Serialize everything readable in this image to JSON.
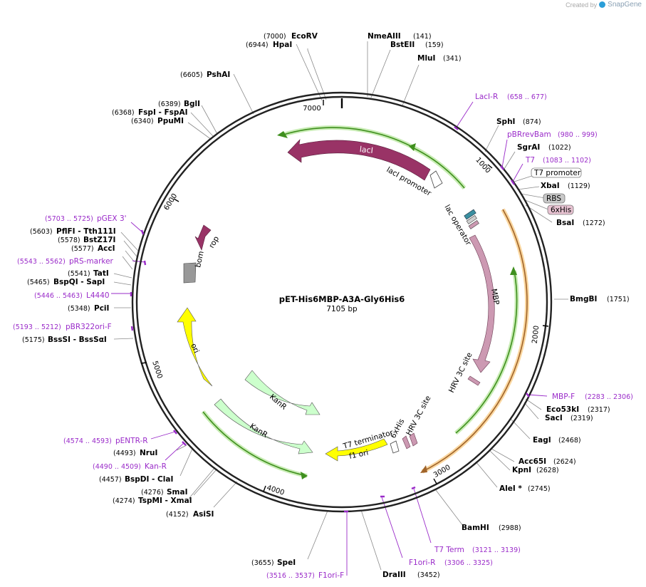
{
  "credit": {
    "prefix": "Created by",
    "brand": "SnapGene"
  },
  "plasmid": {
    "name": "pET-His6MBP-A3A-Gly6His6",
    "length_bp": 7105,
    "length_label": "7105 bp"
  },
  "ticks": [
    "1000",
    "2000",
    "3000",
    "4000",
    "5000",
    "6000",
    "7000"
  ],
  "sites": [
    {
      "name": "NmeAIII",
      "pos": "(141)"
    },
    {
      "name": "BstEII",
      "pos": "(159)"
    },
    {
      "name": "MluI",
      "pos": "(341)"
    },
    {
      "name": "SphI",
      "pos": "(874)"
    },
    {
      "name": "SgrAI",
      "pos": "(1022)"
    },
    {
      "name": "XbaI",
      "pos": "(1129)"
    },
    {
      "name": "BsaI",
      "pos": "(1272)"
    },
    {
      "name": "BmgBI",
      "pos": "(1751)"
    },
    {
      "name": "Eco53kI",
      "pos": "(2317)"
    },
    {
      "name": "SacI",
      "pos": "(2319)"
    },
    {
      "name": "EagI",
      "pos": "(2468)"
    },
    {
      "name": "Acc65I",
      "pos": "(2624)"
    },
    {
      "name": "KpnI",
      "pos": "(2628)"
    },
    {
      "name": "AleI *",
      "pos": "(2745)"
    },
    {
      "name": "BamHI",
      "pos": "(2988)"
    },
    {
      "name": "DraIII",
      "pos": "(3452)"
    },
    {
      "name": "SpeI",
      "pos": "(3655)"
    },
    {
      "name": "AsiSI",
      "pos": "(4152)"
    },
    {
      "name": "TspMI  - XmaI",
      "pos": "(4274)"
    },
    {
      "name": "SmaI",
      "pos": "(4276)"
    },
    {
      "name": "BspDI  - ClaI",
      "pos": "(4457)"
    },
    {
      "name": "NruI",
      "pos": "(4493)"
    },
    {
      "name": "BssSI  - BssSαI",
      "pos": "(5175)"
    },
    {
      "name": "PciI",
      "pos": "(5348)"
    },
    {
      "name": "BspQI  - SapI",
      "pos": "(5465)"
    },
    {
      "name": "TatI",
      "pos": "(5541)"
    },
    {
      "name": "AccI",
      "pos": "(5577)"
    },
    {
      "name": "BstZ17I",
      "pos": "(5578)"
    },
    {
      "name": "PflFI  - Tth111I",
      "pos": "(5603)"
    },
    {
      "name": "PpuMI",
      "pos": "(6340)"
    },
    {
      "name": "FspI  - FspAI",
      "pos": "(6368)"
    },
    {
      "name": "BglI",
      "pos": "(6389)"
    },
    {
      "name": "PshAI",
      "pos": "(6605)"
    },
    {
      "name": "HpaI",
      "pos": "(6944)"
    },
    {
      "name": "EcoRV",
      "pos": "(7000)"
    }
  ],
  "primers": [
    {
      "name": "LacI-R",
      "pos": "(658 .. 677)"
    },
    {
      "name": "pBRrevBam",
      "pos": "(980 .. 999)"
    },
    {
      "name": "T7",
      "pos": "(1083 .. 1102)"
    },
    {
      "name": "MBP-F",
      "pos": "(2283 .. 2306)"
    },
    {
      "name": "T7 Term",
      "pos": "(3121 .. 3139)"
    },
    {
      "name": "F1ori-R",
      "pos": "(3306 .. 3325)"
    },
    {
      "name": "F1ori-F",
      "pos": "(3516 .. 3537)"
    },
    {
      "name": "Kan-R",
      "pos": "(4490 .. 4509)"
    },
    {
      "name": "pENTR-R",
      "pos": "(4574 .. 4593)"
    },
    {
      "name": "pBR322ori-F",
      "pos": "(5193 .. 5212)"
    },
    {
      "name": "L4440",
      "pos": "(5446 .. 5463)"
    },
    {
      "name": "pRS-marker",
      "pos": "(5543 .. 5562)"
    },
    {
      "name": "pGEX 3'",
      "pos": "(5703 .. 5725)"
    }
  ],
  "boxed_features": [
    {
      "name": "T7 promoter",
      "fill": "#ffffff"
    },
    {
      "name": "RBS",
      "fill": "#c8c8c8"
    },
    {
      "name": "6xHis",
      "fill": "#e8c3d2"
    }
  ],
  "features": [
    {
      "name": "lacI",
      "color": "#993366"
    },
    {
      "name": "lacI promoter",
      "color": "#ffffff"
    },
    {
      "name": "lac operator",
      "color": "#3a8fa0"
    },
    {
      "name": "MBP",
      "color": "#cc99b2"
    },
    {
      "name": "HRV 3C site",
      "color": "#cc99b2"
    },
    {
      "name": "6xHis",
      "color": "#cc99b2"
    },
    {
      "name": "HRV 3C site",
      "color": "#cc99b2"
    },
    {
      "name": "T7 terminator",
      "color": "#ffffff"
    },
    {
      "name": "f1 ori",
      "color": "#ffff00"
    },
    {
      "name": "KanR",
      "color": "#ccffcc"
    },
    {
      "name": "KanR",
      "color": "#ccffcc"
    },
    {
      "name": "ori",
      "color": "#ffff00"
    },
    {
      "name": "bom",
      "color": "#999999"
    },
    {
      "name": "rop",
      "color": "#993366"
    }
  ],
  "colors": {
    "primer": "#9a2bc9",
    "orf_green": "#3f8f1e",
    "orf_orange": "#e8a040",
    "backbone": "#222222"
  }
}
